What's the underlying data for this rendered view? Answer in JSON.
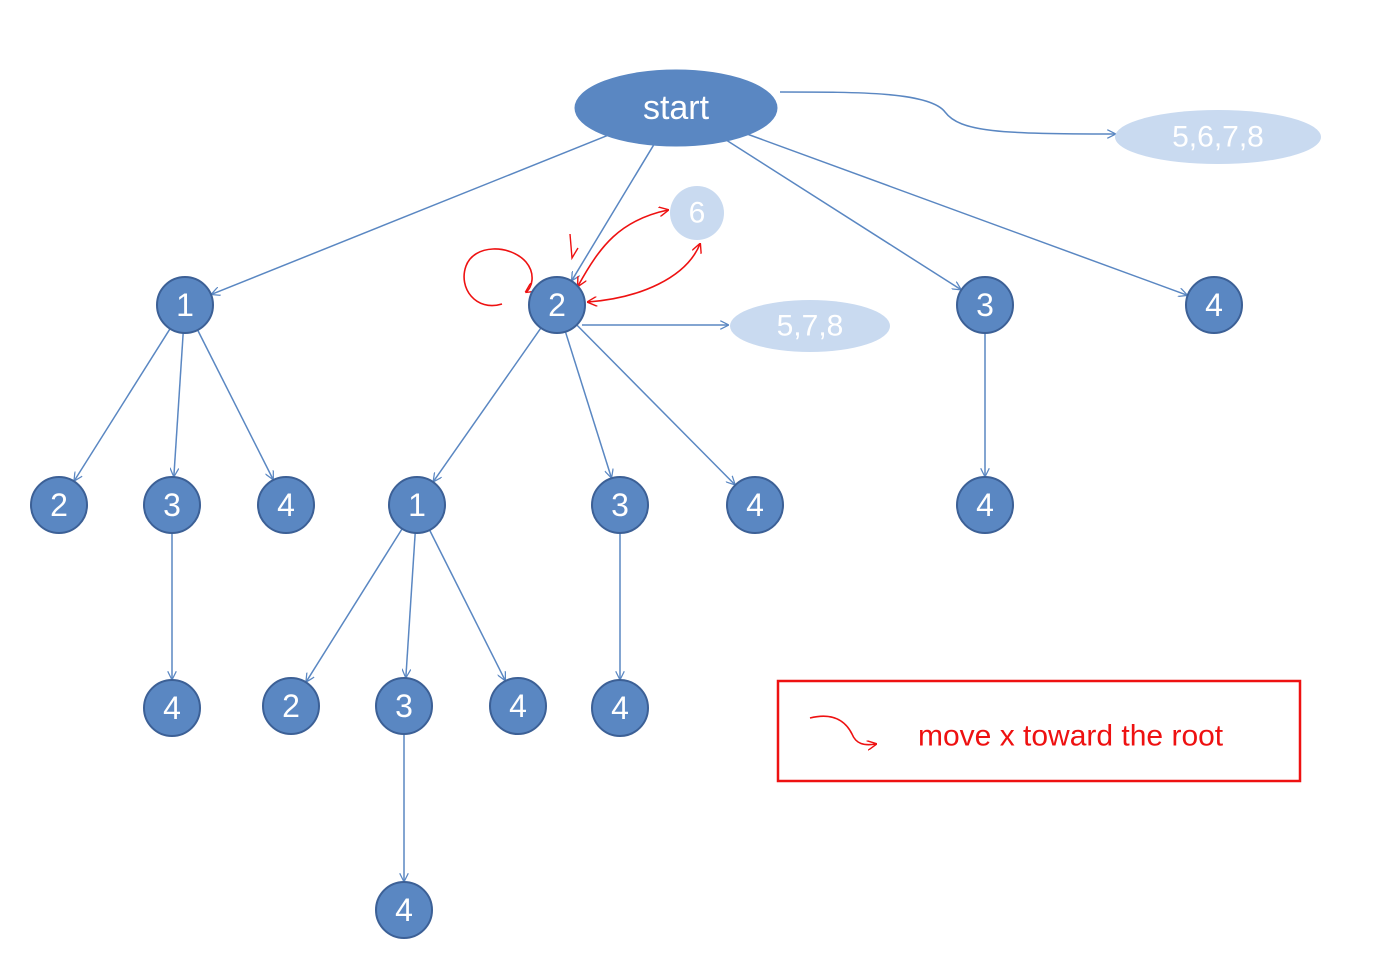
{
  "colors": {
    "node_fill": "#5a87c2",
    "node_stroke": "#3c6096",
    "light_fill": "#c9daf0",
    "edge": "#5a87c2",
    "highlight": "#ee1111"
  },
  "root": {
    "label": "start"
  },
  "nodes": [
    {
      "id": "L1_1",
      "label": "1"
    },
    {
      "id": "L1_2",
      "label": "2"
    },
    {
      "id": "L1_3",
      "label": "3"
    },
    {
      "id": "L1_4",
      "label": "4"
    },
    {
      "id": "A_2",
      "label": "2"
    },
    {
      "id": "A_3",
      "label": "3"
    },
    {
      "id": "A_4",
      "label": "4"
    },
    {
      "id": "A_3_4",
      "label": "4"
    },
    {
      "id": "B_1",
      "label": "1"
    },
    {
      "id": "B_3",
      "label": "3"
    },
    {
      "id": "B_4",
      "label": "4"
    },
    {
      "id": "B_1_2",
      "label": "2"
    },
    {
      "id": "B_1_3",
      "label": "3"
    },
    {
      "id": "B_1_4",
      "label": "4"
    },
    {
      "id": "B_1_3_4",
      "label": "4"
    },
    {
      "id": "B_3_4",
      "label": "4"
    },
    {
      "id": "C_4",
      "label": "4"
    }
  ],
  "edges": [
    {
      "from": "root",
      "to": "L1_1"
    },
    {
      "from": "root",
      "to": "L1_2"
    },
    {
      "from": "root",
      "to": "L1_3"
    },
    {
      "from": "root",
      "to": "L1_4"
    },
    {
      "from": "L1_1",
      "to": "A_2"
    },
    {
      "from": "L1_1",
      "to": "A_3"
    },
    {
      "from": "L1_1",
      "to": "A_4"
    },
    {
      "from": "A_3",
      "to": "A_3_4"
    },
    {
      "from": "L1_2",
      "to": "B_1"
    },
    {
      "from": "L1_2",
      "to": "B_3"
    },
    {
      "from": "L1_2",
      "to": "B_4"
    },
    {
      "from": "B_1",
      "to": "B_1_2"
    },
    {
      "from": "B_1",
      "to": "B_1_3"
    },
    {
      "from": "B_1",
      "to": "B_1_4"
    },
    {
      "from": "B_1_3",
      "to": "B_1_3_4"
    },
    {
      "from": "B_3",
      "to": "B_3_4"
    },
    {
      "from": "L1_3",
      "to": "C_4"
    }
  ],
  "remaining_sets": [
    {
      "id": "root_rest",
      "label": "5,6,7,8"
    },
    {
      "id": "node2_rest",
      "label": "5,7,8"
    }
  ],
  "moved_node": {
    "label": "6"
  },
  "legend": {
    "text": "move x toward the root"
  }
}
